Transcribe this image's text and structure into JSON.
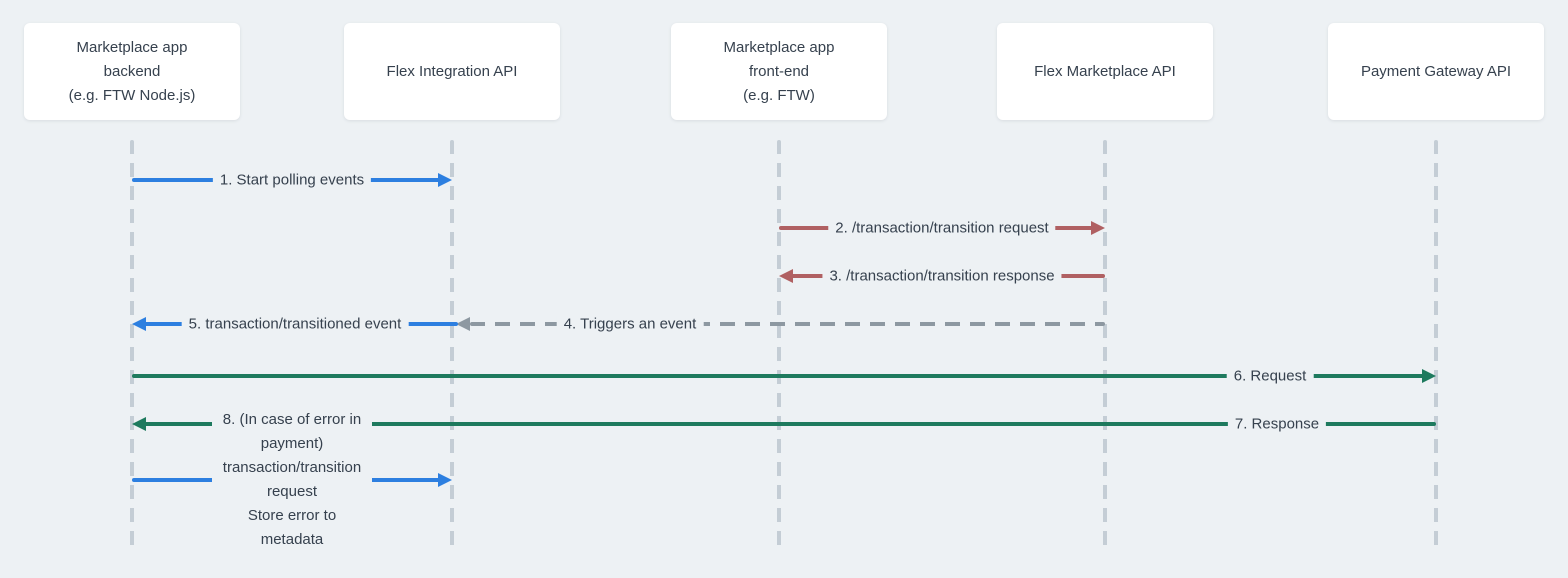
{
  "diagram": {
    "title": "Transaction transition and payment event flow sequence diagram",
    "palette": {
      "background": "#edf1f4",
      "box_background": "#ffffff",
      "text": "#36414e",
      "lifeline": "#c4cdd5",
      "blue_arrow": "#2d7fe0",
      "red_arrow": "#b06062",
      "green_arrow": "#1e7a5e",
      "gray_dashed_arrow": "#8d98a1"
    },
    "actors": [
      {
        "id": "marketplace-backend",
        "label": "Marketplace app\nbackend\n(e.g. FTW Node.js)"
      },
      {
        "id": "flex-integration-api",
        "label": "Flex Integration API"
      },
      {
        "id": "marketplace-frontend",
        "label": "Marketplace app\nfront-end\n(e.g. FTW)"
      },
      {
        "id": "flex-marketplace-api",
        "label": "Flex Marketplace API"
      },
      {
        "id": "payment-gateway-api",
        "label": "Payment Gateway API"
      }
    ],
    "messages": [
      {
        "num": 1,
        "label": "1. Start polling events",
        "from": "marketplace-backend",
        "to": "flex-integration-api",
        "direction": "right",
        "line_style": "solid",
        "color": "#2d7fe0"
      },
      {
        "num": 2,
        "label": "2. /transaction/transition request",
        "from": "marketplace-frontend",
        "to": "flex-marketplace-api",
        "direction": "right",
        "line_style": "solid",
        "color": "#b06062"
      },
      {
        "num": 3,
        "label": "3. /transaction/transition response",
        "from": "flex-marketplace-api",
        "to": "marketplace-frontend",
        "direction": "left",
        "line_style": "solid",
        "color": "#b06062"
      },
      {
        "num": 4,
        "label": "4. Triggers an event",
        "from": "flex-marketplace-api",
        "to": "flex-integration-api",
        "direction": "left",
        "line_style": "dashed",
        "color": "#8d98a1"
      },
      {
        "num": 5,
        "label": "5. transaction/transitioned event",
        "from": "flex-integration-api",
        "to": "marketplace-backend",
        "direction": "left",
        "line_style": "solid",
        "color": "#2d7fe0"
      },
      {
        "num": 6,
        "label": "6. Request",
        "from": "marketplace-backend",
        "to": "payment-gateway-api",
        "direction": "right",
        "line_style": "solid",
        "color": "#1e7a5e"
      },
      {
        "num": 7,
        "label": "7. Response",
        "from": "payment-gateway-api",
        "to": "marketplace-backend",
        "direction": "left",
        "line_style": "solid",
        "color": "#1e7a5e"
      },
      {
        "num": 8,
        "label": "8. (In case of error in payment)\ntransaction/transition request\nStore error to metadata",
        "from": "marketplace-backend",
        "to": "flex-integration-api",
        "direction": "right",
        "line_style": "solid",
        "color": "#2d7fe0"
      }
    ]
  }
}
